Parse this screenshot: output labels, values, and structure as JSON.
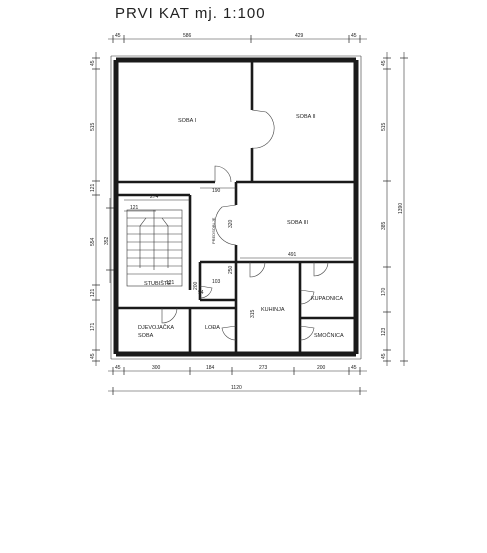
{
  "header": {
    "title": "PRVI KAT  mj. 1:100"
  },
  "dims_top": [
    "45",
    "586",
    "429",
    "45"
  ],
  "dims_bottom": [
    "45",
    "300",
    "184",
    "273",
    "200",
    "45"
  ],
  "dim_bottom_total": "1120",
  "dims_left": [
    "45",
    "515",
    "121",
    "554",
    "352",
    "121",
    "171",
    "45"
  ],
  "dims_right": [
    "45",
    "515",
    "1390",
    "385",
    "170",
    "123",
    "45"
  ],
  "inner_dims": {
    "d274": "274",
    "d190": "190",
    "d121a": "121",
    "d121b": "121",
    "d320": "320",
    "d491": "491",
    "d103": "103",
    "d94": "94",
    "d315": "315",
    "d200": "200",
    "d250": "250"
  },
  "rooms": {
    "soba1": "SOBA I",
    "soba2": "SOBA II",
    "soba3": "SOBA III",
    "predsoblje": "PREDSOBLJE",
    "stubiste": "STUBIŠTE",
    "kupaonica": "KUPAONICA",
    "kuhinja": "KUHINJA",
    "smocnica": "SMOČNICA",
    "djevojacka": "DJEVOJAČKA",
    "djevojacka2": "SOBA",
    "loda": "LOĐA"
  }
}
